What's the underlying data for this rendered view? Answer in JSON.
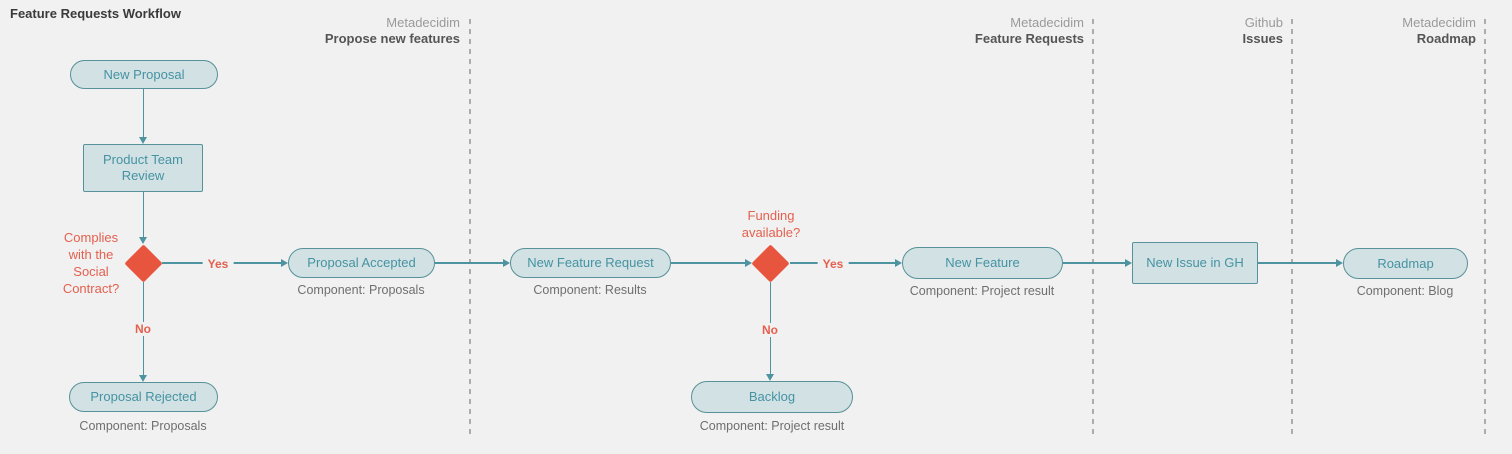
{
  "title": "Feature Requests Workflow",
  "colors": {
    "background": "#f1f1f1",
    "node_fill": "#d2e1e3",
    "node_border": "#579199",
    "node_text": "#4593a3",
    "connector": "#4e93a0",
    "decision_fill": "#e8553e",
    "decision_text": "#e4604f",
    "caption_text": "#6f6f6f",
    "lane_platform_text": "#9a9a9a",
    "lane_space_text": "#555555",
    "divider": "#acacac",
    "title_text": "#3a3a3a"
  },
  "lanes": [
    {
      "platform": "Metadecidim",
      "space": "Propose new features"
    },
    {
      "platform": "Metadecidim",
      "space": "Feature Requests"
    },
    {
      "platform": "Github",
      "space": "Issues"
    },
    {
      "platform": "Metadecidim",
      "space": "Roadmap"
    }
  ],
  "nodes": {
    "new_proposal": {
      "label": "New Proposal"
    },
    "product_team_review": {
      "label": "Product Team Review"
    },
    "proposal_accepted": {
      "label": "Proposal Accepted",
      "component": "Component: Proposals"
    },
    "proposal_rejected": {
      "label": "Proposal Rejected",
      "component": "Component: Proposals"
    },
    "new_feature_request": {
      "label": "New Feature Request",
      "component": "Component: Results"
    },
    "backlog": {
      "label": "Backlog",
      "component": "Component: Project result"
    },
    "new_feature": {
      "label": "New Feature",
      "component": "Component: Project result"
    },
    "new_issue_gh": {
      "label": "New Issue in GH"
    },
    "roadmap": {
      "label": "Roadmap",
      "component": "Component: Blog"
    }
  },
  "decisions": {
    "social_contract": {
      "question": "Complies with the Social Contract?"
    },
    "funding": {
      "question": "Funding available?"
    }
  },
  "edge_labels": {
    "social_yes": "Yes",
    "social_no": "No",
    "funding_yes": "Yes",
    "funding_no": "No"
  }
}
